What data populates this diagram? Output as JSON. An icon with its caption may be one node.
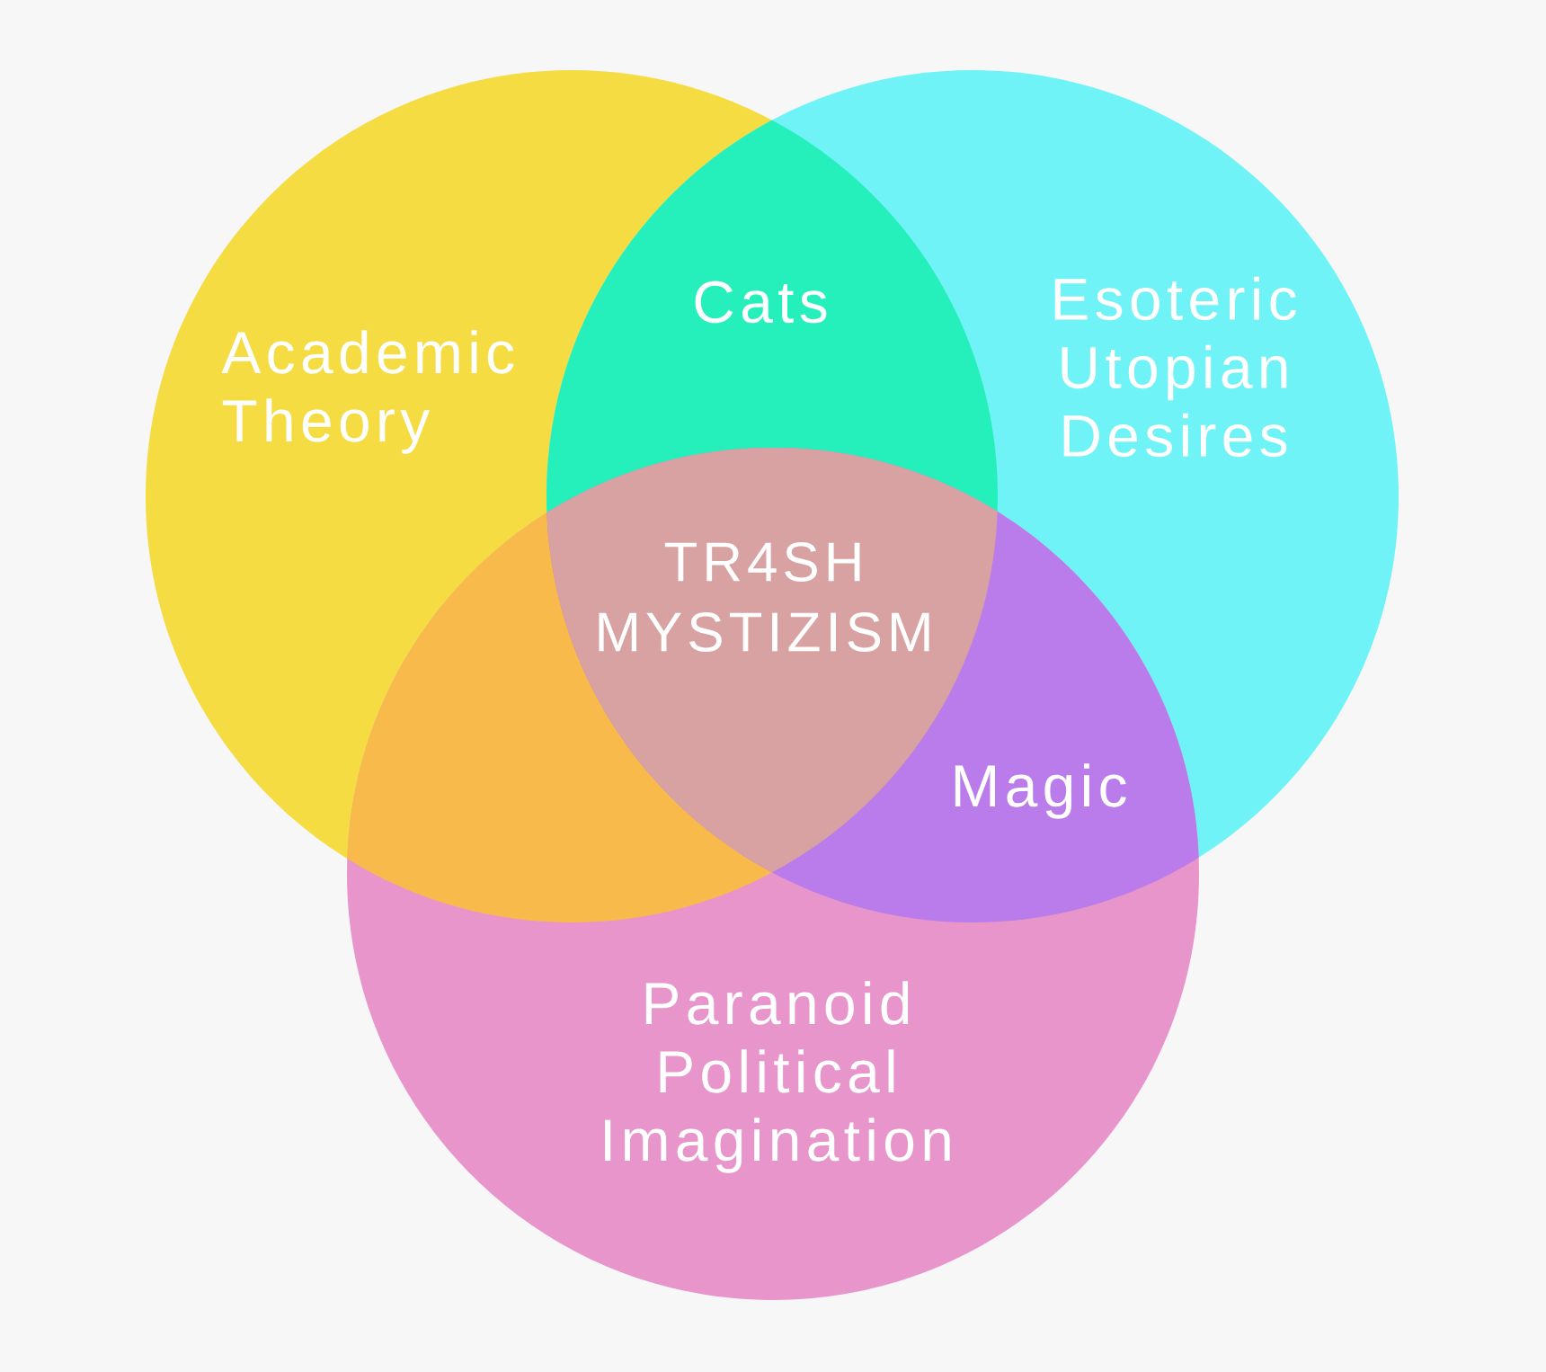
{
  "diagram": {
    "nodes": [
      {
        "text": [
          "Academic Theory"
        ]
      },
      {
        "text": [
          "Esoteric Utopian Desires"
        ]
      },
      {
        "text": [
          "Paranoid Political Imagination"
        ]
      }
    ],
    "labels": [
      "Cats",
      "TR4SH MYSTIZISM",
      "Magic"
    ]
  }
}
